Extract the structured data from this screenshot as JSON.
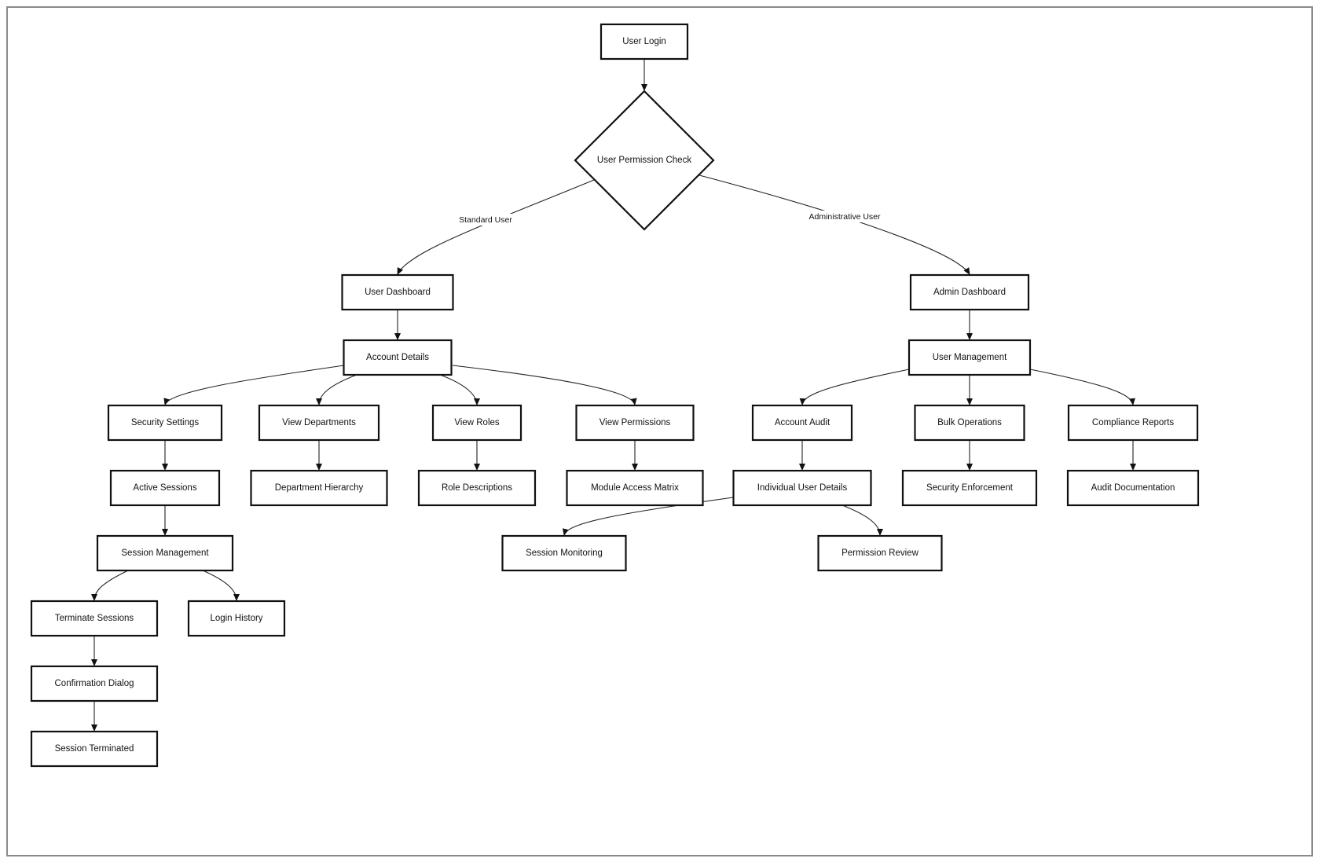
{
  "diagram": {
    "nodes": [
      {
        "id": "login",
        "label": "User Login",
        "shape": "rect"
      },
      {
        "id": "check",
        "label": "User Permission Check",
        "shape": "diamond"
      },
      {
        "id": "udash",
        "label": "User Dashboard",
        "shape": "rect"
      },
      {
        "id": "adash",
        "label": "Admin Dashboard",
        "shape": "rect"
      },
      {
        "id": "acct",
        "label": "Account Details",
        "shape": "rect"
      },
      {
        "id": "umgmt",
        "label": "User Management",
        "shape": "rect"
      },
      {
        "id": "secset",
        "label": "Security Settings",
        "shape": "rect"
      },
      {
        "id": "vdept",
        "label": "View Departments",
        "shape": "rect"
      },
      {
        "id": "vroles",
        "label": "View Roles",
        "shape": "rect"
      },
      {
        "id": "vperm",
        "label": "View Permissions",
        "shape": "rect"
      },
      {
        "id": "audit",
        "label": "Account Audit",
        "shape": "rect"
      },
      {
        "id": "bulk",
        "label": "Bulk Operations",
        "shape": "rect"
      },
      {
        "id": "comp",
        "label": "Compliance Reports",
        "shape": "rect"
      },
      {
        "id": "asess",
        "label": "Active Sessions",
        "shape": "rect"
      },
      {
        "id": "dhier",
        "label": "Department Hierarchy",
        "shape": "rect"
      },
      {
        "id": "rdesc",
        "label": "Role Descriptions",
        "shape": "rect"
      },
      {
        "id": "mam",
        "label": "Module Access Matrix",
        "shape": "rect"
      },
      {
        "id": "iud",
        "label": "Individual User Details",
        "shape": "rect"
      },
      {
        "id": "senf",
        "label": "Security Enforcement",
        "shape": "rect"
      },
      {
        "id": "adoc",
        "label": "Audit Documentation",
        "shape": "rect"
      },
      {
        "id": "smgmt",
        "label": "Session Management",
        "shape": "rect"
      },
      {
        "id": "smon",
        "label": "Session Monitoring",
        "shape": "rect"
      },
      {
        "id": "prev",
        "label": "Permission Review",
        "shape": "rect"
      },
      {
        "id": "term",
        "label": "Terminate Sessions",
        "shape": "rect"
      },
      {
        "id": "lhist",
        "label": "Login History",
        "shape": "rect"
      },
      {
        "id": "conf",
        "label": "Confirmation Dialog",
        "shape": "rect"
      },
      {
        "id": "sterm",
        "label": "Session Terminated",
        "shape": "rect"
      }
    ],
    "edges": [
      {
        "from": "login",
        "to": "check",
        "label": ""
      },
      {
        "from": "check",
        "to": "udash",
        "label": "Standard User"
      },
      {
        "from": "check",
        "to": "adash",
        "label": "Administrative User"
      },
      {
        "from": "udash",
        "to": "acct",
        "label": ""
      },
      {
        "from": "adash",
        "to": "umgmt",
        "label": ""
      },
      {
        "from": "acct",
        "to": "secset",
        "label": ""
      },
      {
        "from": "acct",
        "to": "vdept",
        "label": ""
      },
      {
        "from": "acct",
        "to": "vroles",
        "label": ""
      },
      {
        "from": "acct",
        "to": "vperm",
        "label": ""
      },
      {
        "from": "umgmt",
        "to": "audit",
        "label": ""
      },
      {
        "from": "umgmt",
        "to": "bulk",
        "label": ""
      },
      {
        "from": "umgmt",
        "to": "comp",
        "label": ""
      },
      {
        "from": "secset",
        "to": "asess",
        "label": ""
      },
      {
        "from": "vdept",
        "to": "dhier",
        "label": ""
      },
      {
        "from": "vroles",
        "to": "rdesc",
        "label": ""
      },
      {
        "from": "vperm",
        "to": "mam",
        "label": ""
      },
      {
        "from": "audit",
        "to": "iud",
        "label": ""
      },
      {
        "from": "bulk",
        "to": "senf",
        "label": ""
      },
      {
        "from": "comp",
        "to": "adoc",
        "label": ""
      },
      {
        "from": "asess",
        "to": "smgmt",
        "label": ""
      },
      {
        "from": "iud",
        "to": "smon",
        "label": ""
      },
      {
        "from": "iud",
        "to": "prev",
        "label": ""
      },
      {
        "from": "smgmt",
        "to": "term",
        "label": ""
      },
      {
        "from": "smgmt",
        "to": "lhist",
        "label": ""
      },
      {
        "from": "term",
        "to": "conf",
        "label": ""
      },
      {
        "from": "conf",
        "to": "sterm",
        "label": ""
      }
    ]
  }
}
